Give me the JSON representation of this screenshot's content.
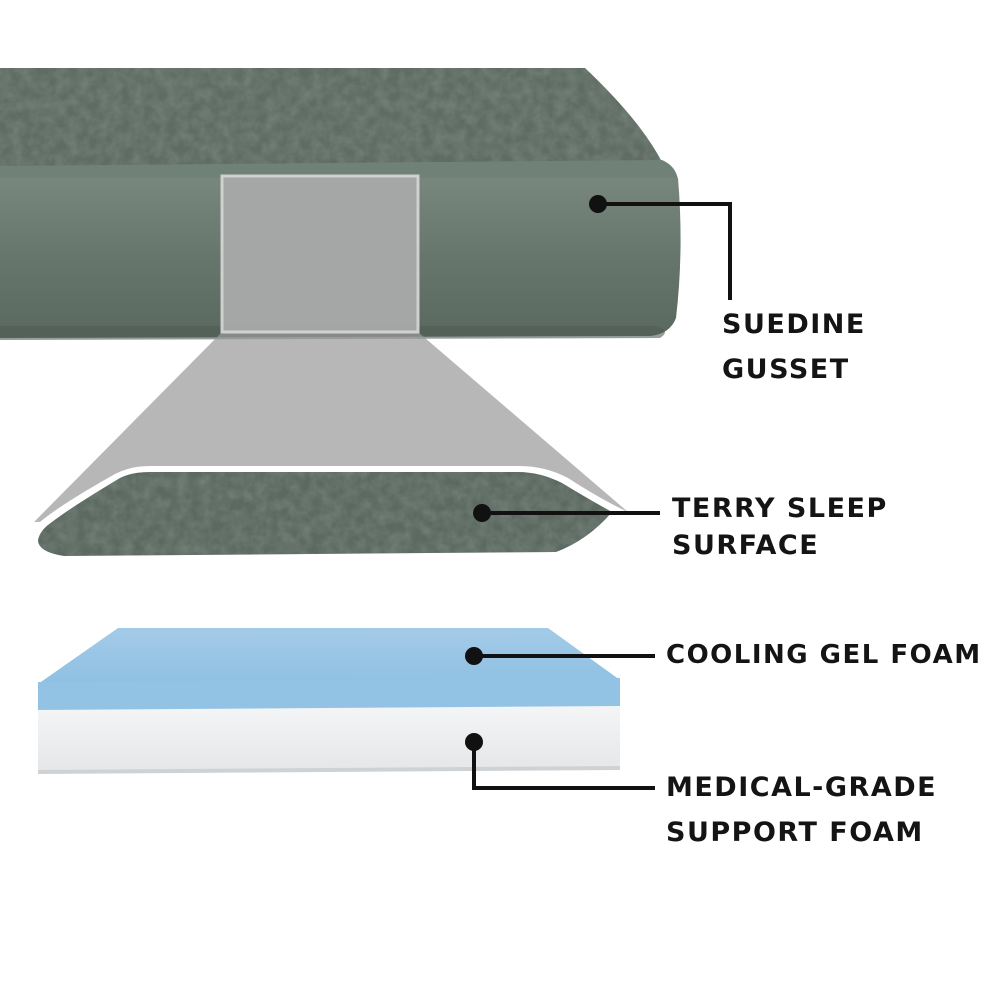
{
  "colors": {
    "background": "#ffffff",
    "fabric_top": "#5d6b62",
    "fabric_side": "#6a7a70",
    "gel_foam": "#a9cfe9",
    "support_foam": "#eef0f2",
    "zoom_overlay": "#9b9b9b",
    "callout_line": "#111111"
  },
  "callouts": {
    "suedine_gusset": {
      "line1": "SUEDINE",
      "line2": "GUSSET"
    },
    "terry_sleep_surface": {
      "line1": "TERRY SLEEP",
      "line2": "SURFACE"
    },
    "cooling_gel_foam": {
      "line1": "COOLING GEL FOAM"
    },
    "support_foam": {
      "line1": "MEDICAL-GRADE",
      "line2": "SUPPORT FOAM"
    }
  }
}
